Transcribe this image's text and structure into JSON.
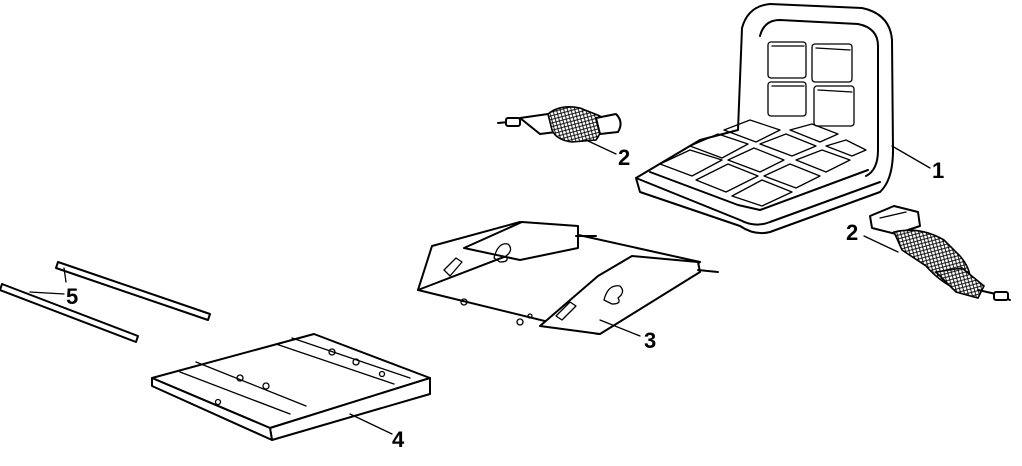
{
  "diagram": {
    "callouts": {
      "seat": "1",
      "seat_belt_left": "2",
      "seat_belt_right": "2",
      "seat_bracket": "3",
      "seat_base": "4",
      "rod": "5"
    }
  }
}
